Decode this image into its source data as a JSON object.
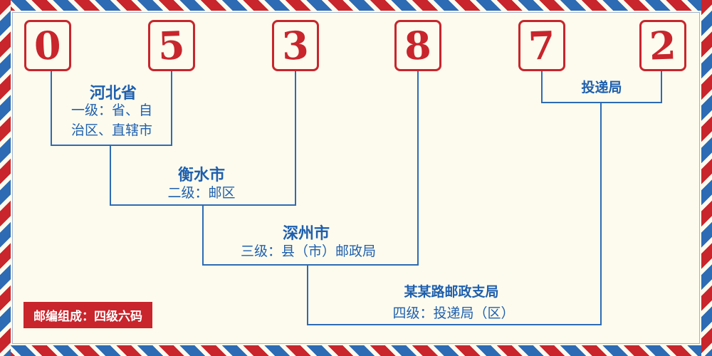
{
  "digits": [
    "0",
    "5",
    "3",
    "8",
    "7",
    "2"
  ],
  "labels": {
    "level1": {
      "name": "河北省",
      "desc_line1": "一级：省、自",
      "desc_line2": "治区、直辖市"
    },
    "level2": {
      "name": "衡水市",
      "desc": "二级：邮区"
    },
    "level3": {
      "name": "深州市",
      "desc": "三级：县（市）邮政局"
    },
    "level4": {
      "name": "某某路邮政支局",
      "desc": "四级：投递局（区）"
    },
    "delivery": {
      "name": "投递局"
    }
  },
  "badge": "邮编组成：四级六码",
  "colors": {
    "red": "#c8252c",
    "blue": "#2d6bb4",
    "text-blue": "#1e5fae",
    "background": "#fdfbee"
  }
}
